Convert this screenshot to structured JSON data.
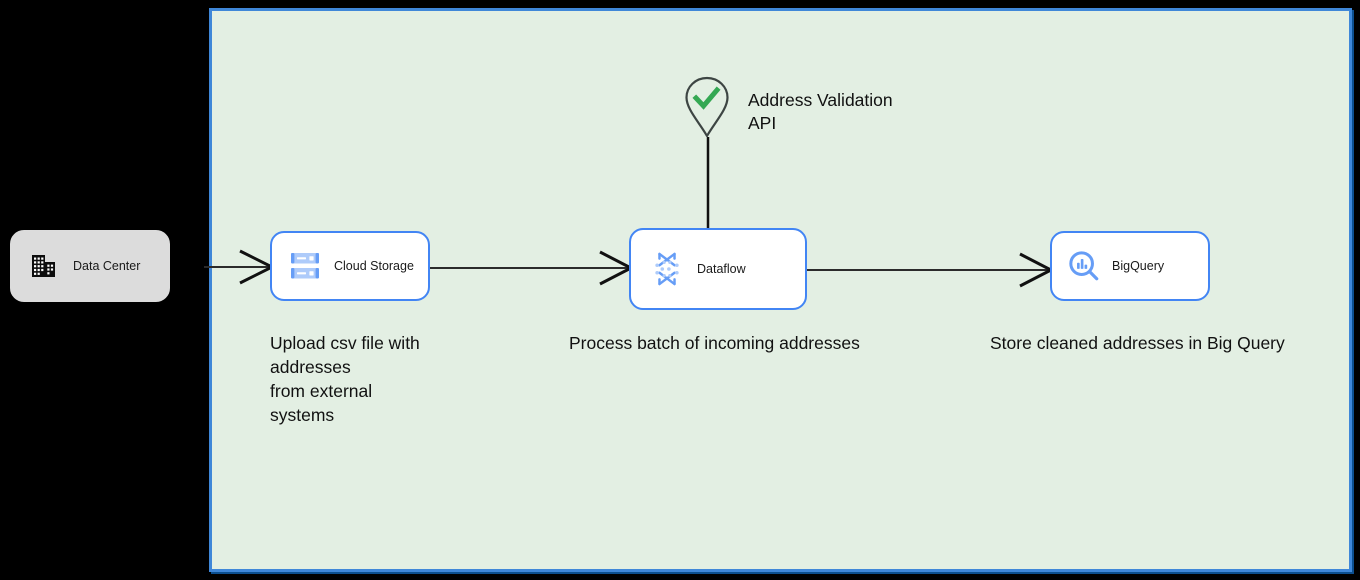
{
  "diagram": {
    "boundary": {
      "name": "cloud-boundary",
      "fill_color": "#e3efe3",
      "border_color": "#3f87d8"
    },
    "nodes": [
      {
        "id": "data-center",
        "label": "Data Center",
        "icon": "data-center-building-icon",
        "style": "on-premises",
        "fill_color": "#dcdcdc"
      },
      {
        "id": "cloud-storage",
        "label": "Cloud Storage",
        "icon": "cloud-storage-icon",
        "style": "gcp-service",
        "fill_color": "#ffffff",
        "border_color": "#4285f4"
      },
      {
        "id": "dataflow",
        "label": "Dataflow",
        "icon": "dataflow-icon",
        "style": "gcp-service",
        "fill_color": "#ffffff",
        "border_color": "#4285f4"
      },
      {
        "id": "bigquery",
        "label": "BigQuery",
        "icon": "bigquery-icon",
        "style": "gcp-service",
        "fill_color": "#ffffff",
        "border_color": "#4285f4"
      }
    ],
    "external_service": {
      "id": "address-validation-api",
      "label_line1": "Address Validation",
      "label_line2": "API",
      "icon": "map-pin-check-icon",
      "check_color": "#34a853",
      "pin_color": "#3d4543"
    },
    "captions": {
      "cloud_storage": "Upload csv file with\naddresses\nfrom external\nsystems",
      "dataflow": "Process batch of incoming addresses",
      "bigquery": "Store cleaned addresses in Big Query"
    },
    "connectors": [
      {
        "id": "data-center-to-cloud-storage",
        "from": "data-center",
        "to": "cloud-storage",
        "arrow": "open-v"
      },
      {
        "id": "cloud-storage-to-dataflow",
        "from": "cloud-storage",
        "to": "dataflow",
        "arrow": "open-v"
      },
      {
        "id": "dataflow-to-bigquery",
        "from": "dataflow",
        "to": "bigquery",
        "arrow": "open-v"
      },
      {
        "id": "address-validation-api-to-dataflow",
        "from": "address-validation-api",
        "to": "dataflow",
        "arrow": "none"
      }
    ]
  }
}
